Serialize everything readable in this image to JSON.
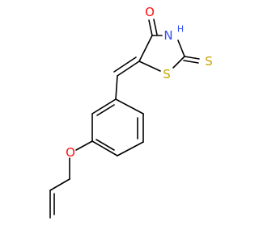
{
  "molecule": {
    "atoms": {
      "o_carbonyl": "O",
      "n_ring": "N",
      "h_ring": "H",
      "s_ring": "S",
      "s_thione": "S",
      "o_ether": "O"
    },
    "colors": {
      "oxygen": "#ff0d0d",
      "nitrogen": "#3050f8",
      "sulfur": "#c8a200",
      "bond": "#000000"
    }
  }
}
